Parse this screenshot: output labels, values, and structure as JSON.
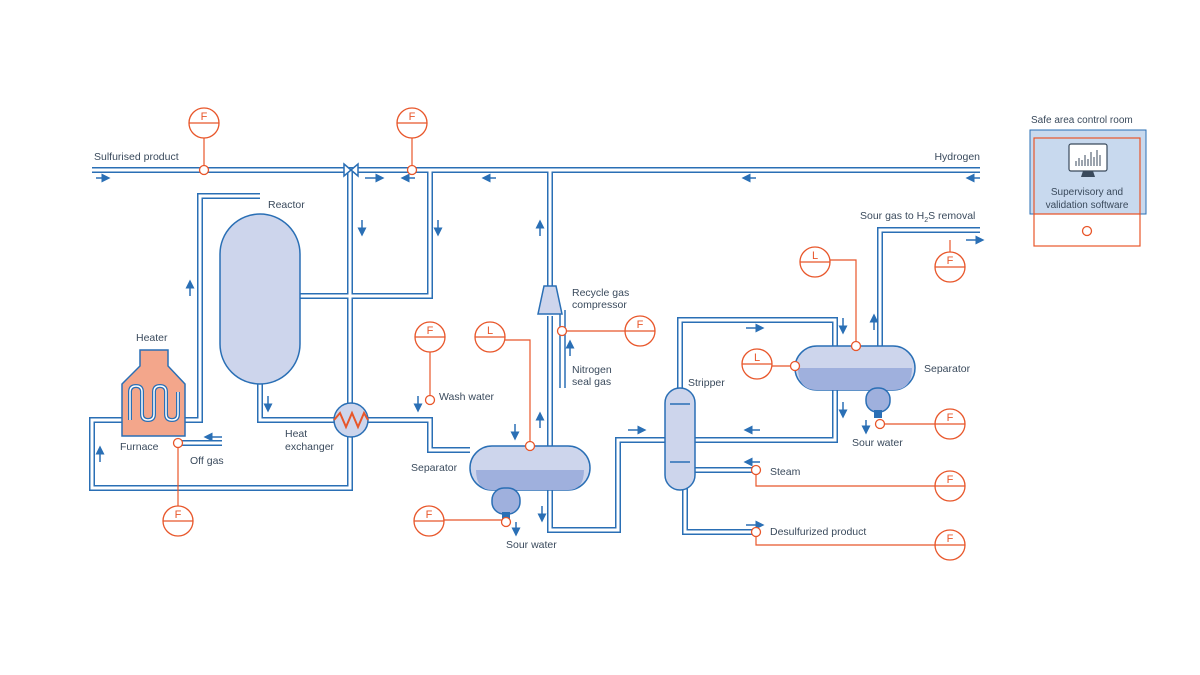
{
  "labels": {
    "sulfurised_product": "Sulfurised product",
    "hydrogen": "Hydrogen",
    "reactor": "Reactor",
    "heater": "Heater",
    "furnace": "Furnace",
    "off_gas": "Off gas",
    "heat_exchanger_1": "Heat",
    "heat_exchanger_2": "exchanger",
    "wash_water": "Wash water",
    "separator_1": "Separator",
    "sour_water_1": "Sour water",
    "recycle_gas_compressor_1": "Recycle gas",
    "recycle_gas_compressor_2": "compressor",
    "nitrogen_seal_gas_1": "Nitrogen",
    "nitrogen_seal_gas_2": "seal gas",
    "stripper": "Stripper",
    "steam": "Steam",
    "desulfurized_product": "Desulfurized product",
    "separator_2": "Separator",
    "sour_water_2": "Sour water",
    "sour_gas_prefix": "Sour gas to H",
    "sour_gas_sub": "2",
    "sour_gas_suffix": "S removal"
  },
  "control_room": {
    "title": "Safe area control room",
    "software_line1": "Supervisory and",
    "software_line2": "validation software"
  },
  "instruments": {
    "flow": "F",
    "level": "L"
  },
  "colors": {
    "pipe": "#2a6fb5",
    "vessel_fill": "#cdd5ec",
    "vessel_liquid": "#9fb0dd",
    "instrument": "#e8562a",
    "heater_fill": "#f3a68b",
    "control_room_fill": "#c8d9ee"
  },
  "icons": [
    "monitor-icon"
  ]
}
